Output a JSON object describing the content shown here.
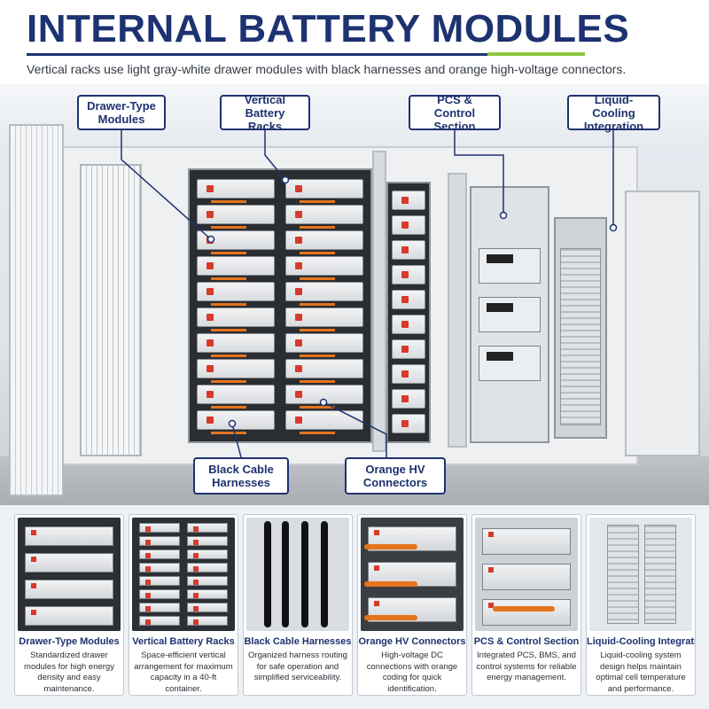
{
  "header": {
    "title": "INTERNAL BATTERY MODULES",
    "subtitle": "Vertical racks use light gray-white drawer modules with black harnesses and orange high-voltage connectors.",
    "accent_color": "#8cc63f",
    "brand_color": "#1d3270"
  },
  "callouts": {
    "drawer_line1": "Drawer-Type",
    "drawer_line2": "Modules",
    "rack_line1": "Vertical",
    "rack_line2": "Battery Racks",
    "pcs_line1": "PCS & Control",
    "pcs_line2": "Section",
    "cool_line1": "Liquid-Cooling",
    "cool_line2": "Integration",
    "black_line1": "Black Cable",
    "black_line2": "Harnesses",
    "orange_line1": "Orange HV",
    "orange_line2": "Connectors"
  },
  "cards": [
    {
      "title": "Drawer-Type Modules",
      "text": "Standardized drawer modules for high energy density and easy maintenance."
    },
    {
      "title": "Vertical Battery Racks",
      "text": "Space-efficient vertical arrangement for maximum capacity in a 40-ft container."
    },
    {
      "title": "Black Cable Harnesses",
      "text": "Organized harness routing for safe operation and simplified serviceability."
    },
    {
      "title": "Orange HV Connectors",
      "text": "High-voltage DC connections with orange coding for quick identification."
    },
    {
      "title": "PCS & Control Section",
      "text": "Integrated PCS, BMS, and control systems for reliable energy management."
    },
    {
      "title": "Liquid-Cooling Integration",
      "text": "Liquid-cooling system design helps maintain optimal cell temperature and performance."
    }
  ]
}
